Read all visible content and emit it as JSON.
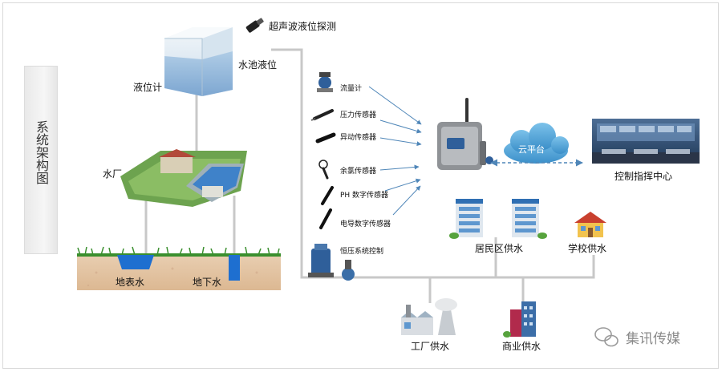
{
  "title": "系统架构图",
  "labels": {
    "tank_level": "液位计",
    "pool_level": "水池液位",
    "ultrasonic": "超声波液位探测",
    "plant": "水厂",
    "surface_water": "地表水",
    "groundwater": "地下水",
    "flow_meter": "流量计",
    "pressure_sensor": "压力传感器",
    "vibration_sensor": "异动传感器",
    "chlorine_sensor": "余氯传感器",
    "ph_sensor": "PH 数字传感器",
    "conductivity_sensor": "电导数字传感器",
    "constant_pressure": "恒压系统控制",
    "cloud": "云平台",
    "control_center": "控制指挥中心",
    "residential": "居民区供水",
    "school": "学校供水",
    "factory": "工厂供水",
    "commercial": "商业供水",
    "watermark": "集讯传媒"
  },
  "colors": {
    "pipe": "#c8c8c8",
    "arrow": "#4f86b8",
    "cloud": "#5aa7d6",
    "water": "#1e6fd0",
    "soil": "#e4c7a6",
    "grass": "#3a8f2e"
  }
}
